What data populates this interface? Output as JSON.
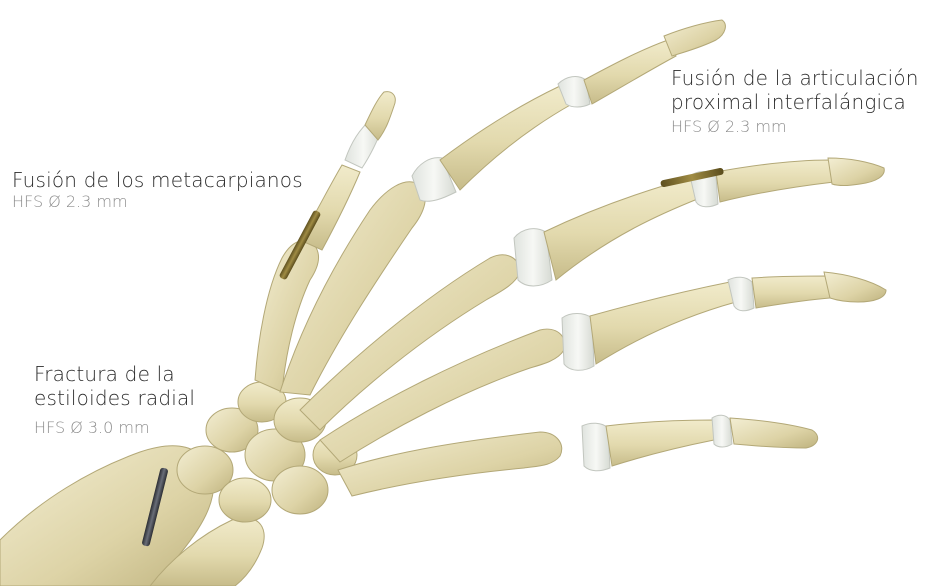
{
  "annotations": {
    "metacarpal_fusion": {
      "title": "Fusión de los metacarpianos",
      "spec": "HFS  Ø 2.3 mm"
    },
    "pip_fusion": {
      "title_line1": "Fusión de la articulación",
      "title_line2": "proximal interfalángica",
      "spec": "HFS  Ø 2.3 mm"
    },
    "radial_styloid_fracture": {
      "title_line1": "Fractura de la",
      "title_line2": "estiloides radial",
      "spec": "HFS  Ø 3.0 mm"
    }
  },
  "colors": {
    "bone": "#e6dfb8",
    "bone_shadow": "#c9bf8f",
    "cartilage": "#eef1ec",
    "screw_gold": "#7a6a2a",
    "screw_steel": "#3d4048",
    "label_text": "#2b2b2b",
    "spec_text": "#8c8c8c"
  }
}
